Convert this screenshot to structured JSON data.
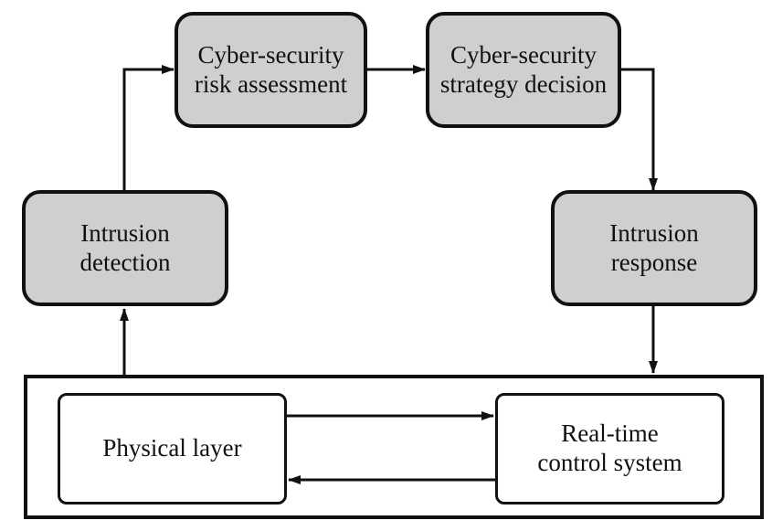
{
  "nodes": {
    "risk_assessment": {
      "line1": "Cyber-security",
      "line2": "risk assessment"
    },
    "strategy_decision": {
      "line1": "Cyber-security",
      "line2": "strategy decision"
    },
    "intrusion_detection": {
      "line1": "Intrusion",
      "line2": "detection"
    },
    "intrusion_response": {
      "line1": "Intrusion",
      "line2": "response"
    },
    "physical_layer": {
      "label": "Physical layer"
    },
    "control_system": {
      "line1": "Real-time",
      "line2": "control system"
    }
  }
}
